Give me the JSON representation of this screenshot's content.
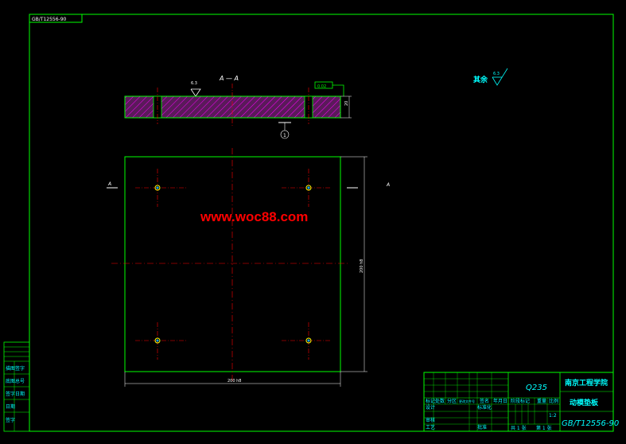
{
  "drawing_code_tab": "GB/T12556-90",
  "section_label": "A — A",
  "section_marker_left": "A",
  "section_marker_right": "A",
  "surface_finish_top": "6.3",
  "surface_finish_note": "其余",
  "surface_finish_rest": "6.3",
  "tolerance_frame": "0.02",
  "datum_label": "1",
  "thickness_dim": "20",
  "width_dim": "200 h8",
  "height_dim": "200 h8",
  "watermark": "www.woc88.com",
  "title_block": {
    "material": "Q235",
    "school": "南京工程学院",
    "part_name": "动模垫板",
    "drawing_no": "GB/T12556-90",
    "row_labels": [
      "标记",
      "处数",
      "分区",
      "更改文件号",
      "签名",
      "年月日"
    ],
    "role_design": "设计",
    "role_std": "标准化",
    "role_review": "审核",
    "role_craft": "工艺",
    "role_approve": "批准",
    "stage_label": "阶段标记",
    "weight_label": "重量",
    "scale_label": "比例",
    "scale_value": "1:2",
    "sheet_total": "共 1 张",
    "sheet_no": "第 1 张"
  },
  "side_stamp": [
    "描图签字",
    "底图总号",
    "签字日期",
    "日期",
    "签字"
  ],
  "colors": {
    "frame": "#00ff00",
    "centerline": "#ff0000",
    "dimension": "#ffffff",
    "hatch": "#ff00ff",
    "text": "#00ffff",
    "hole": "#ffff00",
    "watermark": "#ff0000"
  }
}
